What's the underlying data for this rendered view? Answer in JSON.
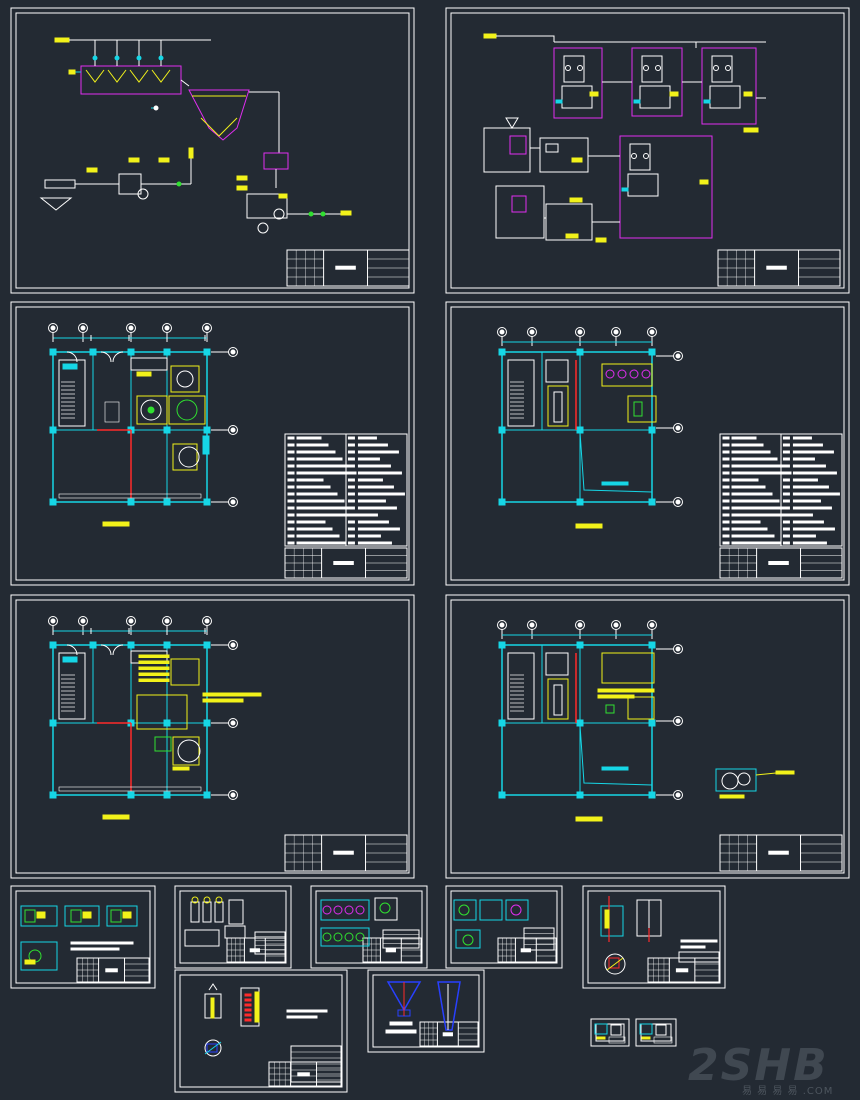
{
  "colors": {
    "background": "#232a33",
    "sheet_border": "#ffffff",
    "cyan": "#16d6e6",
    "yellow": "#f2f21a",
    "magenta": "#e02ef0",
    "red": "#ff2a2a",
    "green": "#30e030",
    "blue": "#2840ff",
    "white": "#ffffff"
  },
  "sheets": [
    {
      "id": "process-flow-a",
      "kind": "flow1"
    },
    {
      "id": "process-flow-b",
      "kind": "flow2"
    },
    {
      "id": "floor-plan-1a",
      "kind": "planL"
    },
    {
      "id": "floor-plan-1b",
      "kind": "planR"
    },
    {
      "id": "floor-plan-2a",
      "kind": "planL2"
    },
    {
      "id": "floor-plan-2b",
      "kind": "planR2"
    },
    {
      "id": "detail-1",
      "kind": "detail"
    },
    {
      "id": "detail-2",
      "kind": "detail"
    },
    {
      "id": "detail-3",
      "kind": "detail"
    },
    {
      "id": "detail-4",
      "kind": "detail"
    },
    {
      "id": "detail-5",
      "kind": "detail"
    },
    {
      "id": "detail-6",
      "kind": "detail"
    },
    {
      "id": "detail-7",
      "kind": "detail"
    },
    {
      "id": "mini-1",
      "kind": "mini"
    },
    {
      "id": "mini-2",
      "kind": "mini"
    }
  ],
  "watermark": {
    "logo": "2SHB",
    "sub": "易 易 易 易 .COM"
  }
}
